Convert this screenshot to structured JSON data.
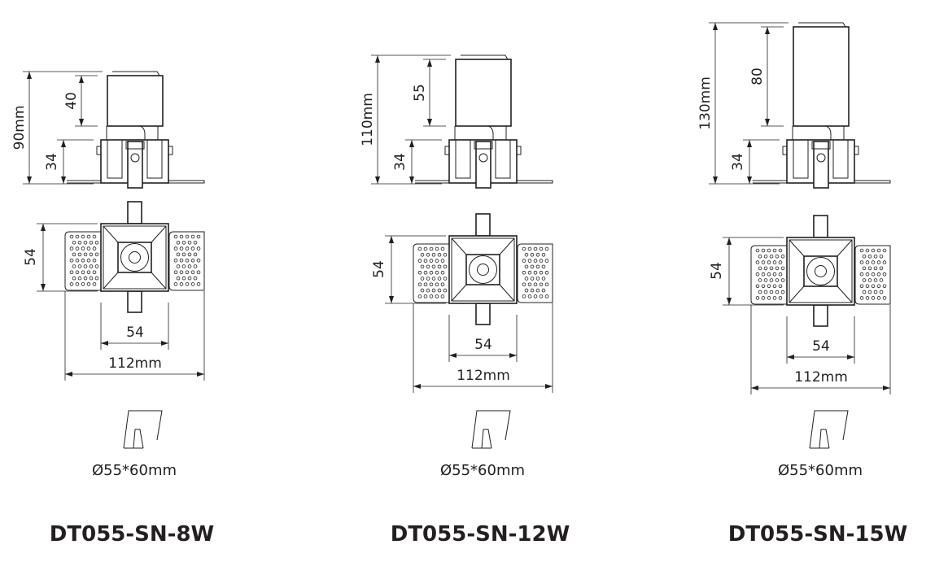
{
  "products": [
    {
      "model": "DT055-SN-8W",
      "total_height": "90mm",
      "body_height": "40",
      "ring_height": "34",
      "top_height": "54",
      "top_width": "54",
      "overall_width": "112mm",
      "cutout": "Ø55*60mm"
    },
    {
      "model": "DT055-SN-12W",
      "total_height": "110mm",
      "body_height": "55",
      "ring_height": "34",
      "top_height": "54",
      "top_width": "54",
      "overall_width": "112mm",
      "cutout": "Ø55*60mm"
    },
    {
      "model": "DT055-SN-15W",
      "total_height": "130mm",
      "body_height": "80",
      "ring_height": "34",
      "top_height": "54",
      "top_width": "54",
      "overall_width": "112mm",
      "cutout": "Ø55*60mm"
    }
  ],
  "colors": {
    "line": "#231f20",
    "background": "#ffffff"
  }
}
